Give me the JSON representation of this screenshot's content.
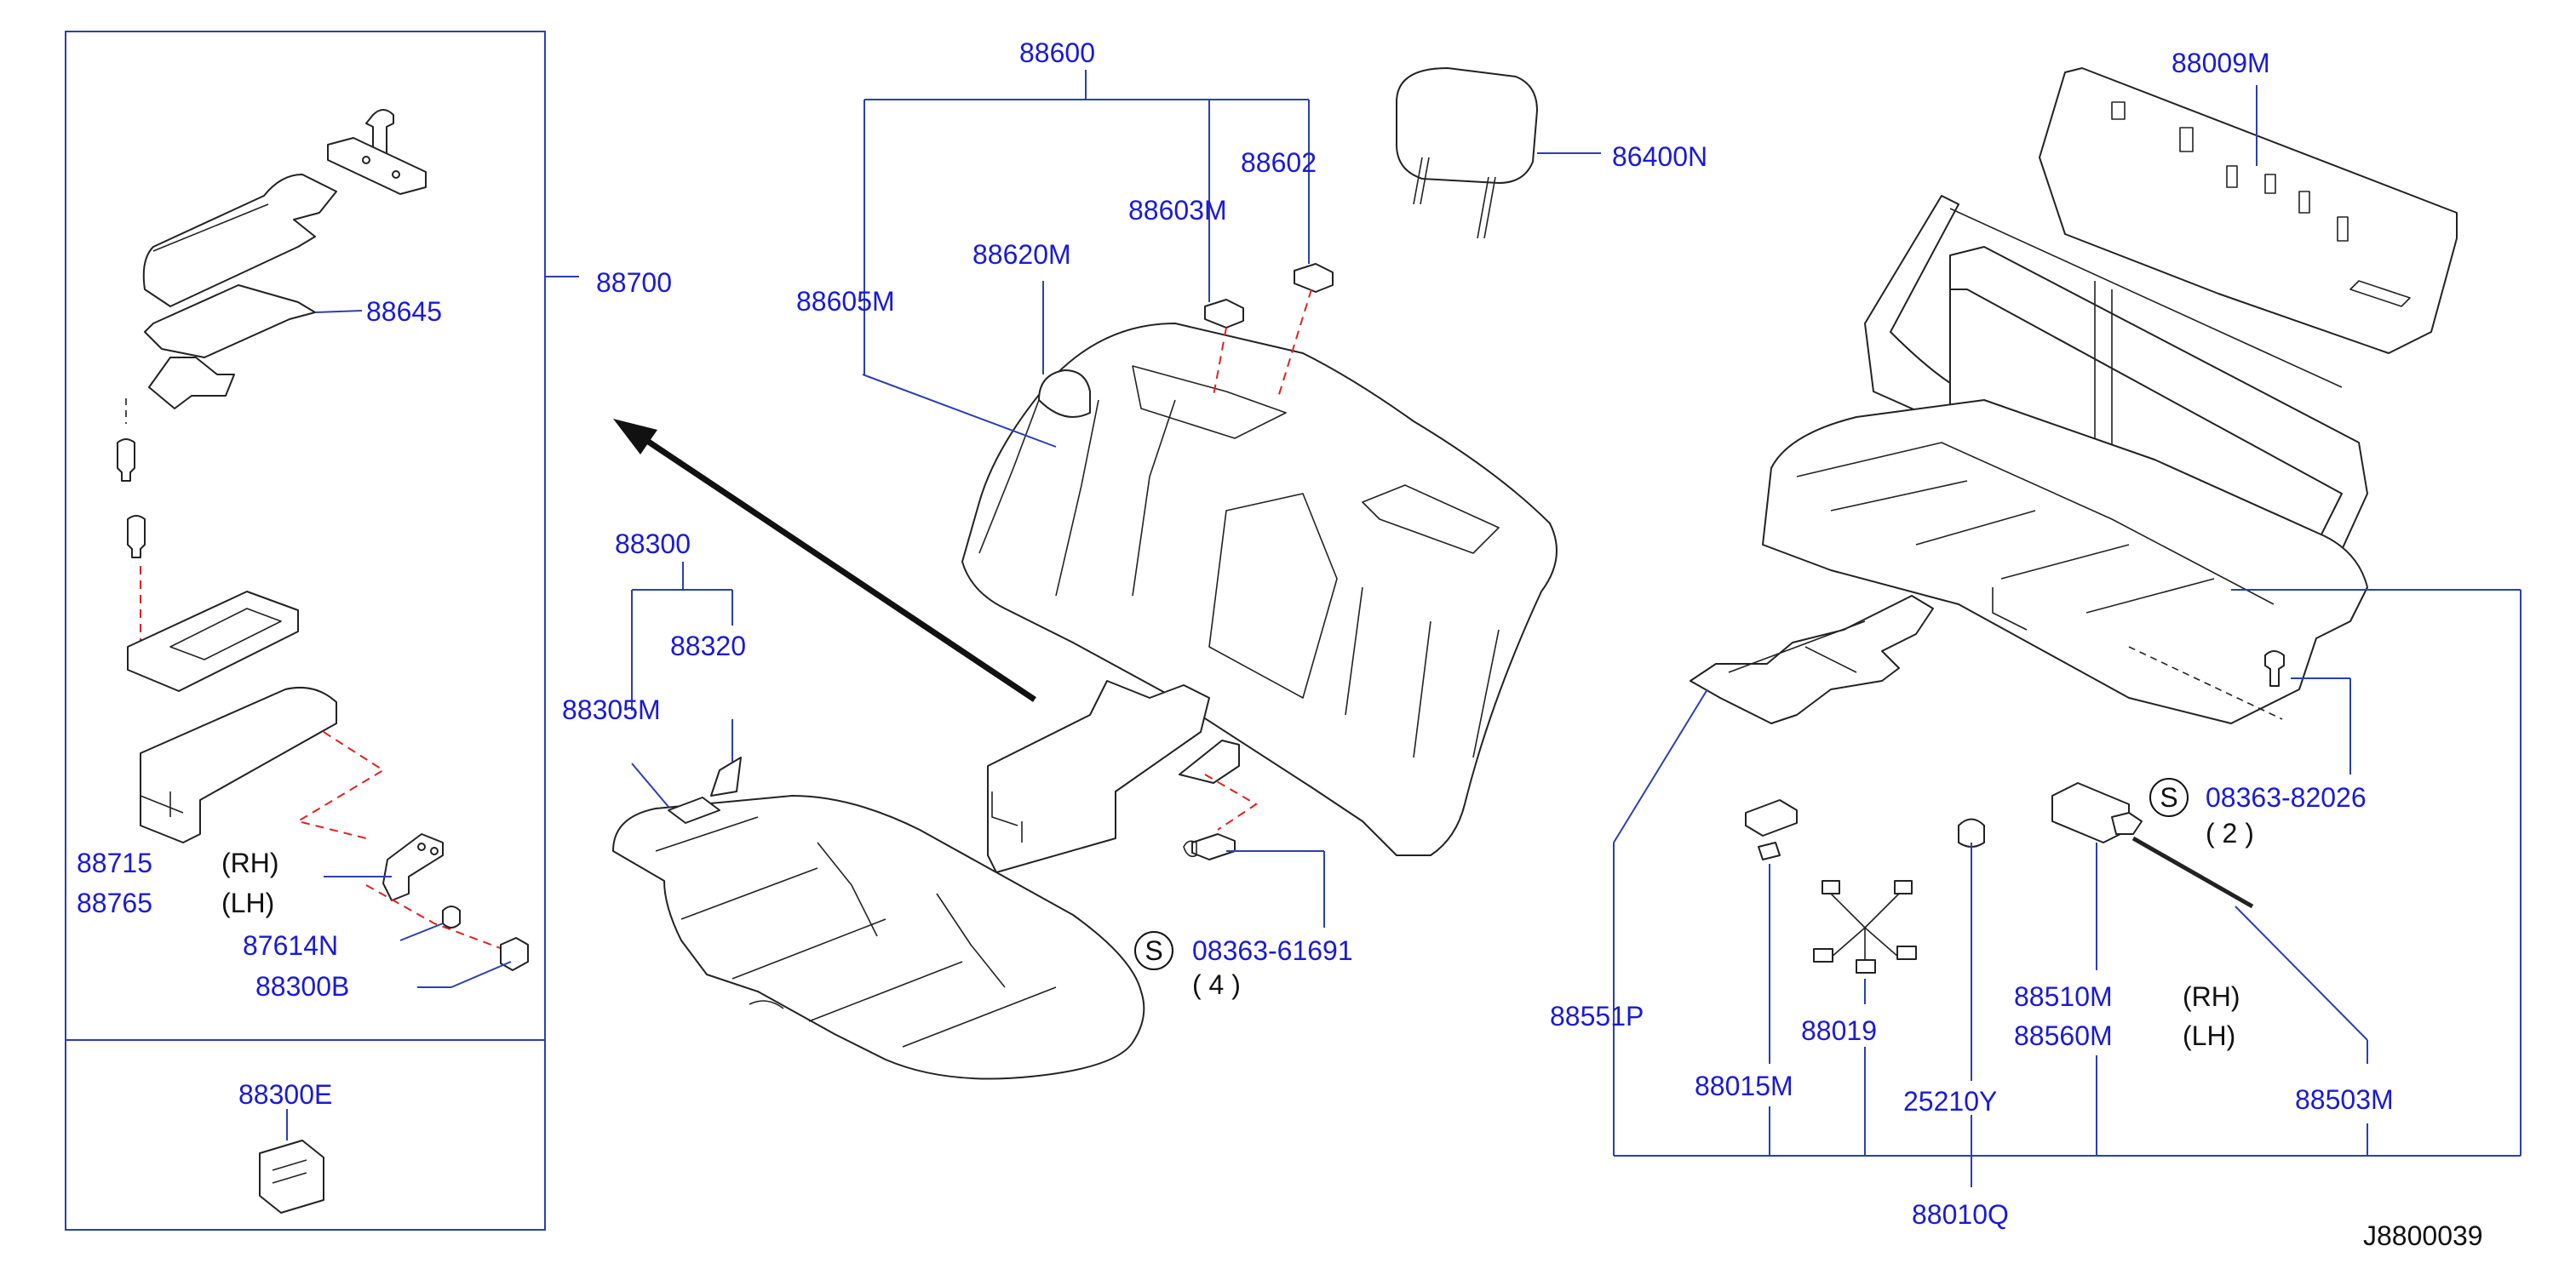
{
  "colors": {
    "label": "#1a1ad6",
    "leader": "#2b3fb0",
    "dash": "#e02020",
    "ink": "#222222"
  },
  "labels": {
    "p88600": "88600",
    "p88602": "88602",
    "p88603m": "88603M",
    "p88620m": "88620M",
    "p88605m": "88605M",
    "p86400n": "86400N",
    "p88009m": "88009M",
    "p88700": "88700",
    "p88645": "88645",
    "p88715": "88715",
    "p88765": "88765",
    "rh1": "(RH)",
    "lh1": "(LH)",
    "p87614n": "87614N",
    "p88300b": "88300B",
    "p88300e": "88300E",
    "p88300": "88300",
    "p88320": "88320",
    "p88305m": "88305M",
    "s1_symbol": "S",
    "s1_part": "08363-61691",
    "s1_qty": "( 4 )",
    "s2_symbol": "S",
    "s2_part": "08363-82026",
    "s2_qty": "( 2 )",
    "p88551p": "88551P",
    "p88015m": "88015M",
    "p88019": "88019",
    "p25210y": "25210Y",
    "p88510m": "88510M",
    "p88560m": "88560M",
    "rh2": "(RH)",
    "lh2": "(LH)",
    "p88503m": "88503M",
    "p88010q": "88010Q",
    "drawing_ref": "J8800039"
  },
  "icons": {
    "headrest": "headrest-icon",
    "seatback": "seatback-icon",
    "cushion": "cushion-icon",
    "frame": "seat-frame-icon",
    "armrest": "armrest-icon"
  }
}
